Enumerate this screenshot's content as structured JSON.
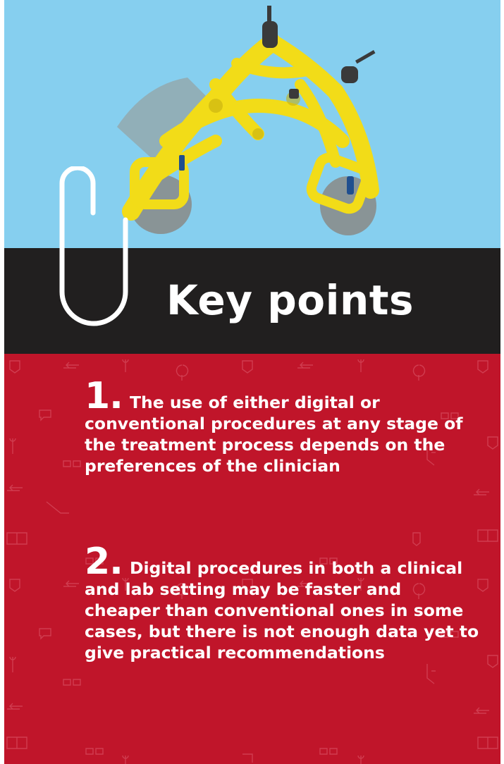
{
  "header": {
    "title": "Key points"
  },
  "points": [
    {
      "number": "1.",
      "text": "The use of either digital or conventional procedures at any stage of the treatment process depends on the preferences of the clinician"
    },
    {
      "number": "2.",
      "text": "Digital procedures in both a clinical and lab setting may be faster and cheaper than conventional ones in some cases, but there is not enough data yet to give practical recommendations"
    }
  ],
  "colors": {
    "sky": "#86cfef",
    "dark_band": "#211f1f",
    "red_panel": "#c0152a",
    "frame_yellow": "#f2dc18",
    "text": "#ffffff"
  },
  "icons": {
    "clip": "paperclip-icon",
    "pattern": "dental-instrument-pattern"
  }
}
